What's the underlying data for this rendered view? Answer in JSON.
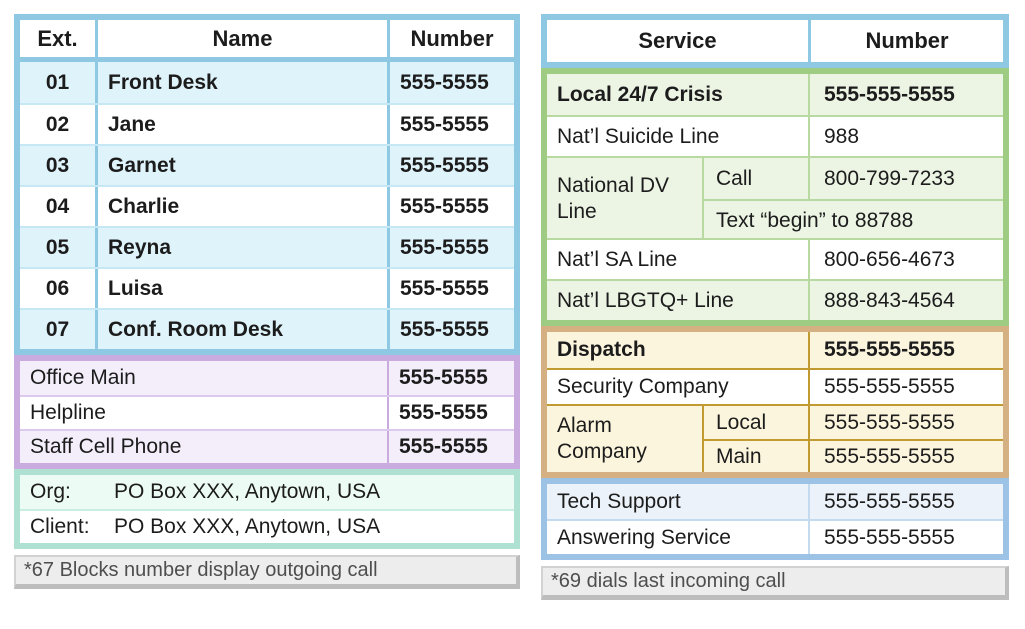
{
  "left_table": {
    "headers": {
      "ext": "Ext.",
      "name": "Name",
      "number": "Number"
    },
    "extensions": [
      {
        "ext": "01",
        "name": "Front Desk",
        "number": "555-5555"
      },
      {
        "ext": "02",
        "name": "Jane",
        "number": "555-5555"
      },
      {
        "ext": "03",
        "name": "Garnet",
        "number": "555-5555"
      },
      {
        "ext": "04",
        "name": "Charlie",
        "number": "555-5555"
      },
      {
        "ext": "05",
        "name": "Reyna",
        "number": "555-5555"
      },
      {
        "ext": "06",
        "name": "Luisa",
        "number": "555-5555"
      },
      {
        "ext": "07",
        "name": "Conf. Room Desk",
        "number": "555-5555"
      }
    ],
    "office_lines": [
      {
        "name": "Office Main",
        "number": "555-5555"
      },
      {
        "name": "Helpline",
        "number": "555-5555"
      },
      {
        "name": "Staff Cell Phone",
        "number": "555-5555"
      }
    ],
    "addresses": [
      {
        "label": "Org:",
        "value": "PO Box XXX, Anytown, USA"
      },
      {
        "label": "Client:",
        "value": "PO Box XXX, Anytown, USA"
      }
    ],
    "footnote": "*67 Blocks number display outgoing call"
  },
  "right_table": {
    "headers": {
      "service": "Service",
      "number": "Number"
    },
    "crisis_section": {
      "highlight": {
        "service": "Local 24/7 Crisis",
        "number": "555-555-5555"
      },
      "suicide": {
        "service": "Nat’l Suicide Line",
        "number": "988"
      },
      "dv": {
        "service": "National DV Line",
        "call_label": "Call",
        "call_number": "800-799-7233",
        "text_instruction": "Text “begin” to 88788"
      },
      "sa": {
        "service": "Nat’l SA Line",
        "number": "800-656-4673"
      },
      "lgbtq": {
        "service": "Nat’l LBGTQ+ Line",
        "number": "888-843-4564"
      }
    },
    "dispatch_section": {
      "highlight": {
        "service": "Dispatch",
        "number": "555-555-5555"
      },
      "security": {
        "service": "Security Company",
        "number": "555-555-5555"
      },
      "alarm": {
        "service": "Alarm Company",
        "lines": [
          {
            "label": "Local",
            "number": "555-555-5555"
          },
          {
            "label": "Main",
            "number": "555-555-5555"
          }
        ]
      }
    },
    "support_section": {
      "rows": [
        {
          "service": "Tech Support",
          "number": "555-555-5555"
        },
        {
          "service": "Answering Service",
          "number": "555-555-5555"
        }
      ]
    },
    "footnote": "*69 dials last incoming call"
  },
  "colors": {
    "blue_border": "#8fc8e2",
    "blue_row_bg": "#dff3fb",
    "purple_border": "#c9abdf",
    "purple_row_bg": "#f4edfa",
    "mint_border": "#aee1d2",
    "mint_row_bg": "#edfbf5",
    "green_border": "#9ecc83",
    "green_row_bg": "#ecf4e4",
    "tan_border": "#d5b083",
    "tan_row_bg": "#fcf5dd",
    "gold_separator": "#c19b31",
    "support_border": "#9cc2e5",
    "support_row_bg": "#ecf2f9",
    "footer_bg": "#ededed",
    "footer_text": "#4e4e4e"
  }
}
